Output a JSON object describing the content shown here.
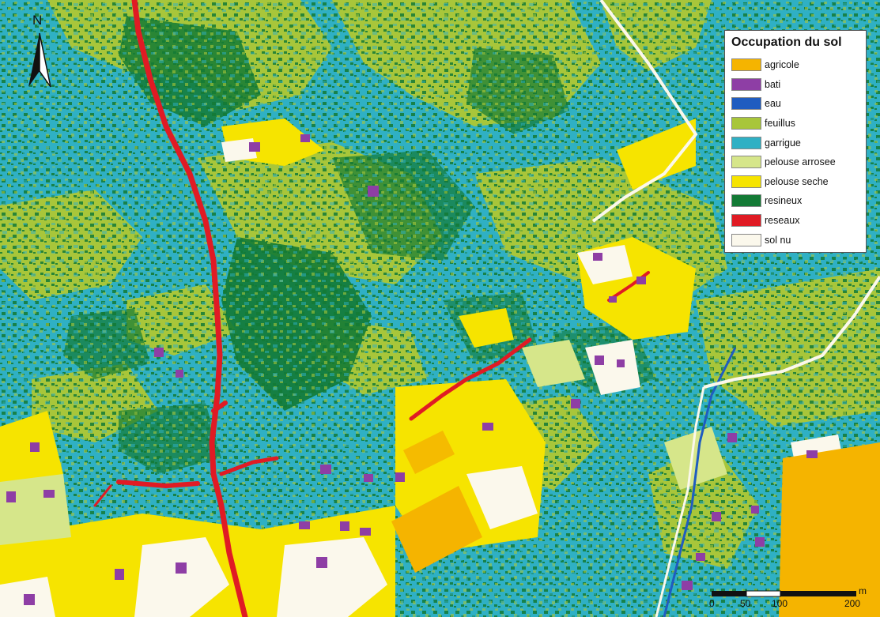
{
  "map": {
    "colors": {
      "agricole": "#f5b400",
      "bati": "#8e3ea5",
      "eau": "#1f5cc0",
      "feuillus": "#a8c63a",
      "garrigue": "#2fb0c4",
      "pelouse_arrosee": "#d6e68a",
      "pelouse_seche": "#f6e400",
      "resineux": "#137a35",
      "reseaux": "#e01b24",
      "sol_nu": "#fbf8ec"
    }
  },
  "north_arrow": {
    "letter": "N"
  },
  "legend": {
    "title": "Occupation du sol",
    "items": [
      {
        "label": "agricole",
        "color": "#f5b400"
      },
      {
        "label": "bati",
        "color": "#8e3ea5"
      },
      {
        "label": "eau",
        "color": "#1f5cc0"
      },
      {
        "label": "feuillus",
        "color": "#a8c63a"
      },
      {
        "label": "garrigue",
        "color": "#2fb0c4"
      },
      {
        "label": "pelouse arrosee",
        "color": "#d6e68a"
      },
      {
        "label": "pelouse seche",
        "color": "#f6e400"
      },
      {
        "label": "resineux",
        "color": "#137a35"
      },
      {
        "label": "reseaux",
        "color": "#e01b24"
      },
      {
        "label": "sol nu",
        "color": "#fbf8ec"
      }
    ]
  },
  "scale_bar": {
    "unit": "m",
    "ticks": [
      "0",
      "50",
      "100",
      "200"
    ]
  }
}
